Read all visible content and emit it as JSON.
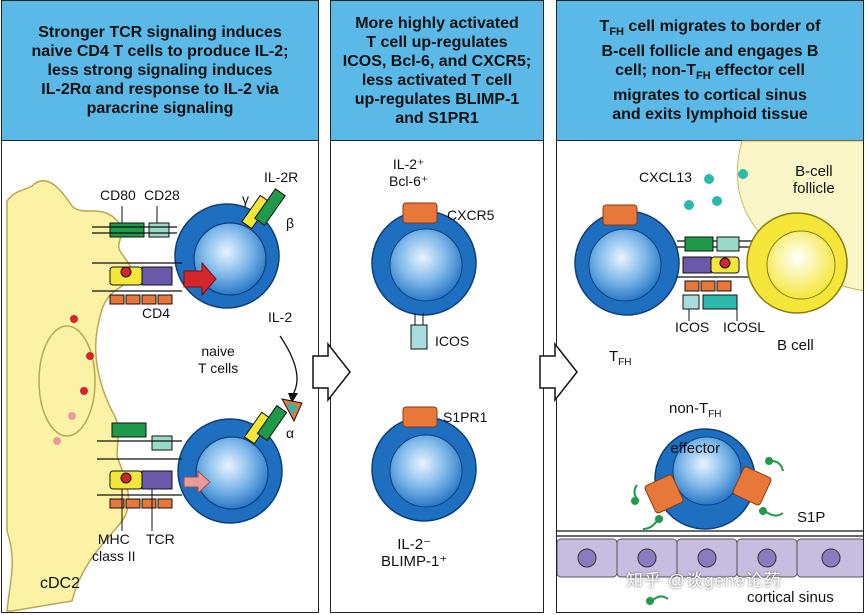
{
  "panels": [
    {
      "header": "Stronger TCR signaling induces\nnaive CD4 T cells to produce IL-2;\nless strong signaling induces\nIL-2Rα and response to IL-2 via\nparacrine signaling",
      "labels": {
        "cd80": "CD80",
        "cd28": "CD28",
        "il2r": "IL-2R",
        "gamma": "γ",
        "beta": "β",
        "cd4": "CD4",
        "il2": "IL-2",
        "naive": "naive\nT cells",
        "alpha": "α",
        "mhc": "MHC\nclass II",
        "tcr": "TCR",
        "cdc2": "cDC2"
      }
    },
    {
      "header": "More highly activated\nT cell up-regulates\nICOS, Bcl-6, and CXCR5;\nless activated T cell\nup-regulates BLIMP-1\nand S1PR1",
      "labels": {
        "top_markers": "IL-2⁺\nBcl-6⁺",
        "cxcr5": "CXCR5",
        "icos": "ICOS",
        "s1pr1": "S1PR1",
        "bottom_markers": "IL-2⁻\nBLIMP-1⁺"
      }
    },
    {
      "header_line1_prefix": "T",
      "header_line1_sub": "FH",
      "header_line1_suffix": " cell migrates to border of",
      "header_line2": "B-cell follicle and engages B",
      "header_line3_prefix": "cell; non-T",
      "header_line3_sub": "FH",
      "header_line3_suffix": " effector cell",
      "header_rest": "migrates to cortical sinus\nand exits lymphoid tissue",
      "labels": {
        "cxcl13": "CXCL13",
        "follicle": "B-cell\nfollicle",
        "tfh_main": "T",
        "tfh_sub": "FH",
        "icos": "ICOS",
        "icosl": "ICOSL",
        "bcell": "B cell",
        "nontfh_main": "non-T",
        "nontfh_sub": "FH",
        "nontfh_line2": "effector",
        "s1p": "S1P",
        "sinus": "cortical sinus"
      }
    }
  ],
  "watermark": "知乎 @谈gene论药",
  "colors": {
    "header_bg": "#5ab9e6",
    "cell_blue": "#1f6fc0",
    "dc_yellow": "#fbf2a6",
    "bcell_yellow": "#f5e73a",
    "receptor_orange": "#e8773a",
    "green": "#1f9a4a",
    "teal": "#2bb9ad",
    "red_arrow": "#d4252a",
    "purple": "#6a58a8",
    "sinus_purple": "#c6bde0"
  }
}
